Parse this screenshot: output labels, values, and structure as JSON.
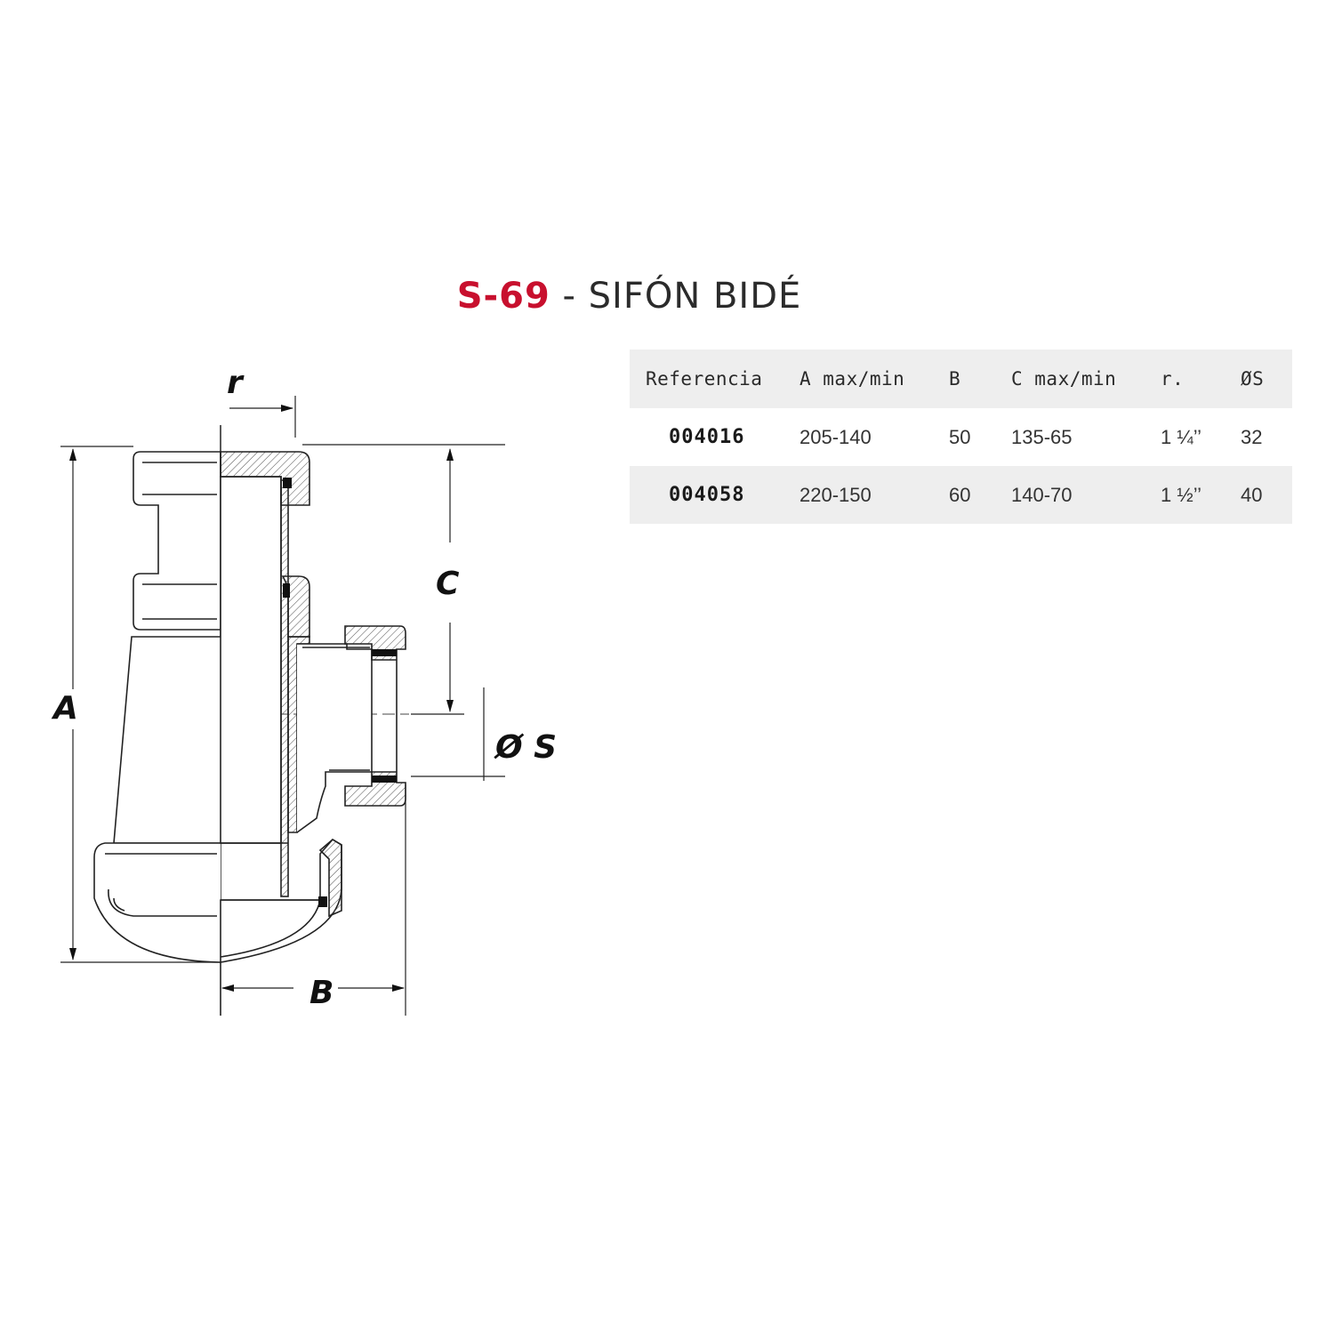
{
  "title": {
    "code": "S-69",
    "separator": " - ",
    "name": "SIFÓN BIDÉ",
    "code_color": "#c8102e"
  },
  "table": {
    "headers": [
      "Referencia",
      "A max/min",
      "B",
      "C max/min",
      "r.",
      "ØS"
    ],
    "rows": [
      [
        "004016",
        "205-140",
        "50",
        "135-65",
        "1 ¼’’",
        "32"
      ],
      [
        "004058",
        "220-150",
        "60",
        "140-70",
        "1 ½’’",
        "40"
      ]
    ]
  },
  "diagram": {
    "labels": {
      "r": "r",
      "A": "A",
      "B": "B",
      "C": "C",
      "S": "Ø S"
    }
  }
}
